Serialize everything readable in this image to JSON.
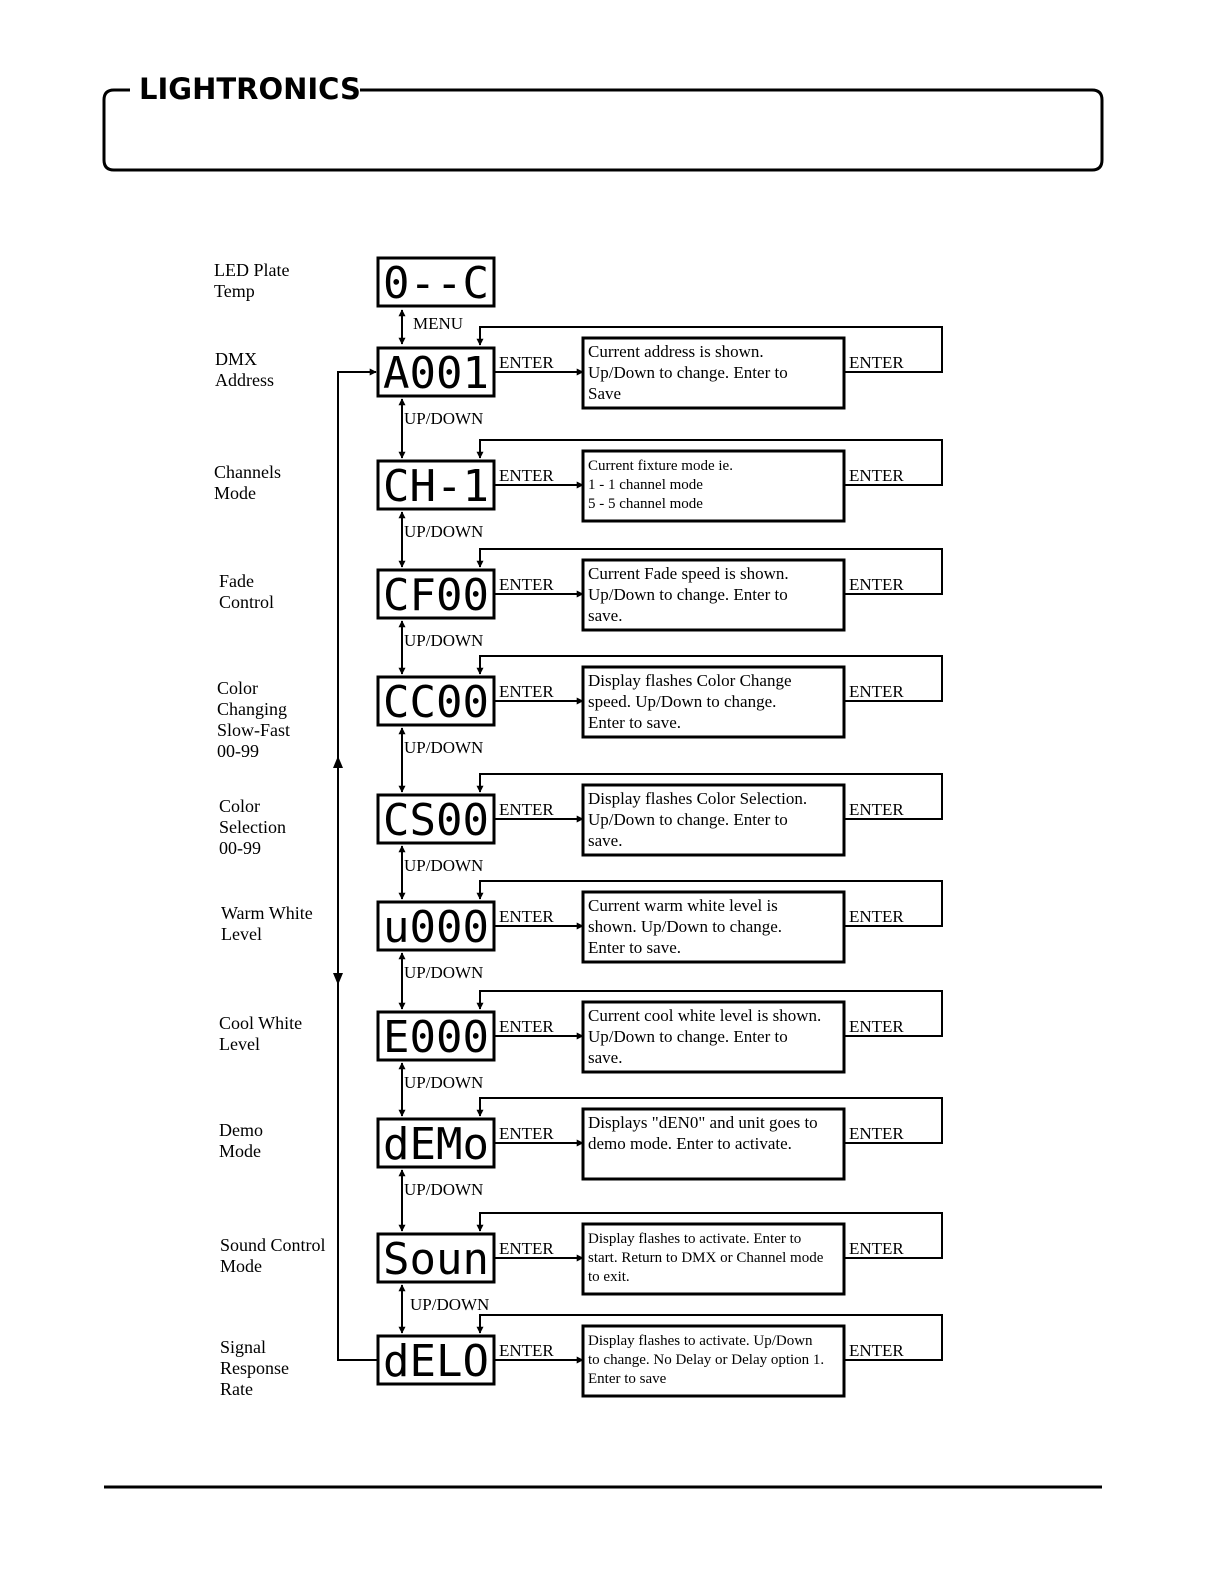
{
  "header": {
    "logo_text": "LIGHTRONICS"
  },
  "menu": {
    "top_label": "LED Plate\nTemp",
    "top_display": "0--C",
    "menu_label": "MENU",
    "updown_label": "UP/DOWN",
    "enter_label": "ENTER",
    "items": [
      {
        "label": "DMX\nAddress",
        "display": "A001",
        "desc": "Current address is shown.\nUp/Down to change.  Enter to\nSave"
      },
      {
        "label": "Channels\nMode",
        "display": "CH-1",
        "desc": "Current fixture mode ie.\n1 - 1 channel mode\n5 - 5 channel mode"
      },
      {
        "label": "Fade\nControl",
        "display": "CF00",
        "desc": "Current Fade speed is shown.\nUp/Down to change.  Enter to\nsave."
      },
      {
        "label": "Color\nChanging\nSlow-Fast\n00-99",
        "display": "CC00",
        "desc": "Display flashes Color Change\nspeed.  Up/Down to change.\nEnter to save."
      },
      {
        "label": "Color\nSelection\n00-99",
        "display": "CS00",
        "desc": "Display flashes Color Selection.\nUp/Down to change. Enter to\nsave."
      },
      {
        "label": "Warm White\nLevel",
        "display": "u000",
        "desc": "Current warm white level is\nshown.  Up/Down to change.\nEnter to save."
      },
      {
        "label": "Cool White\nLevel",
        "display": "E000",
        "desc": "Current cool white level is shown.\nUp/Down to change.  Enter to\nsave."
      },
      {
        "label": "Demo\nMode",
        "display": "dEMo",
        "desc": "Displays \"dEN0\" and unit goes to\ndemo mode. Enter to activate."
      },
      {
        "label": "Sound Control\nMode",
        "display": "Soun",
        "desc": "Display flashes to activate. Enter to\nstart. Return to DMX or Channel mode\nto exit."
      },
      {
        "label": "Signal\nResponse\nRate",
        "display": "dELO",
        "desc": "Display flashes to activate. Up/Down\nto change. No Delay or Delay option 1.\nEnter to save"
      }
    ]
  }
}
